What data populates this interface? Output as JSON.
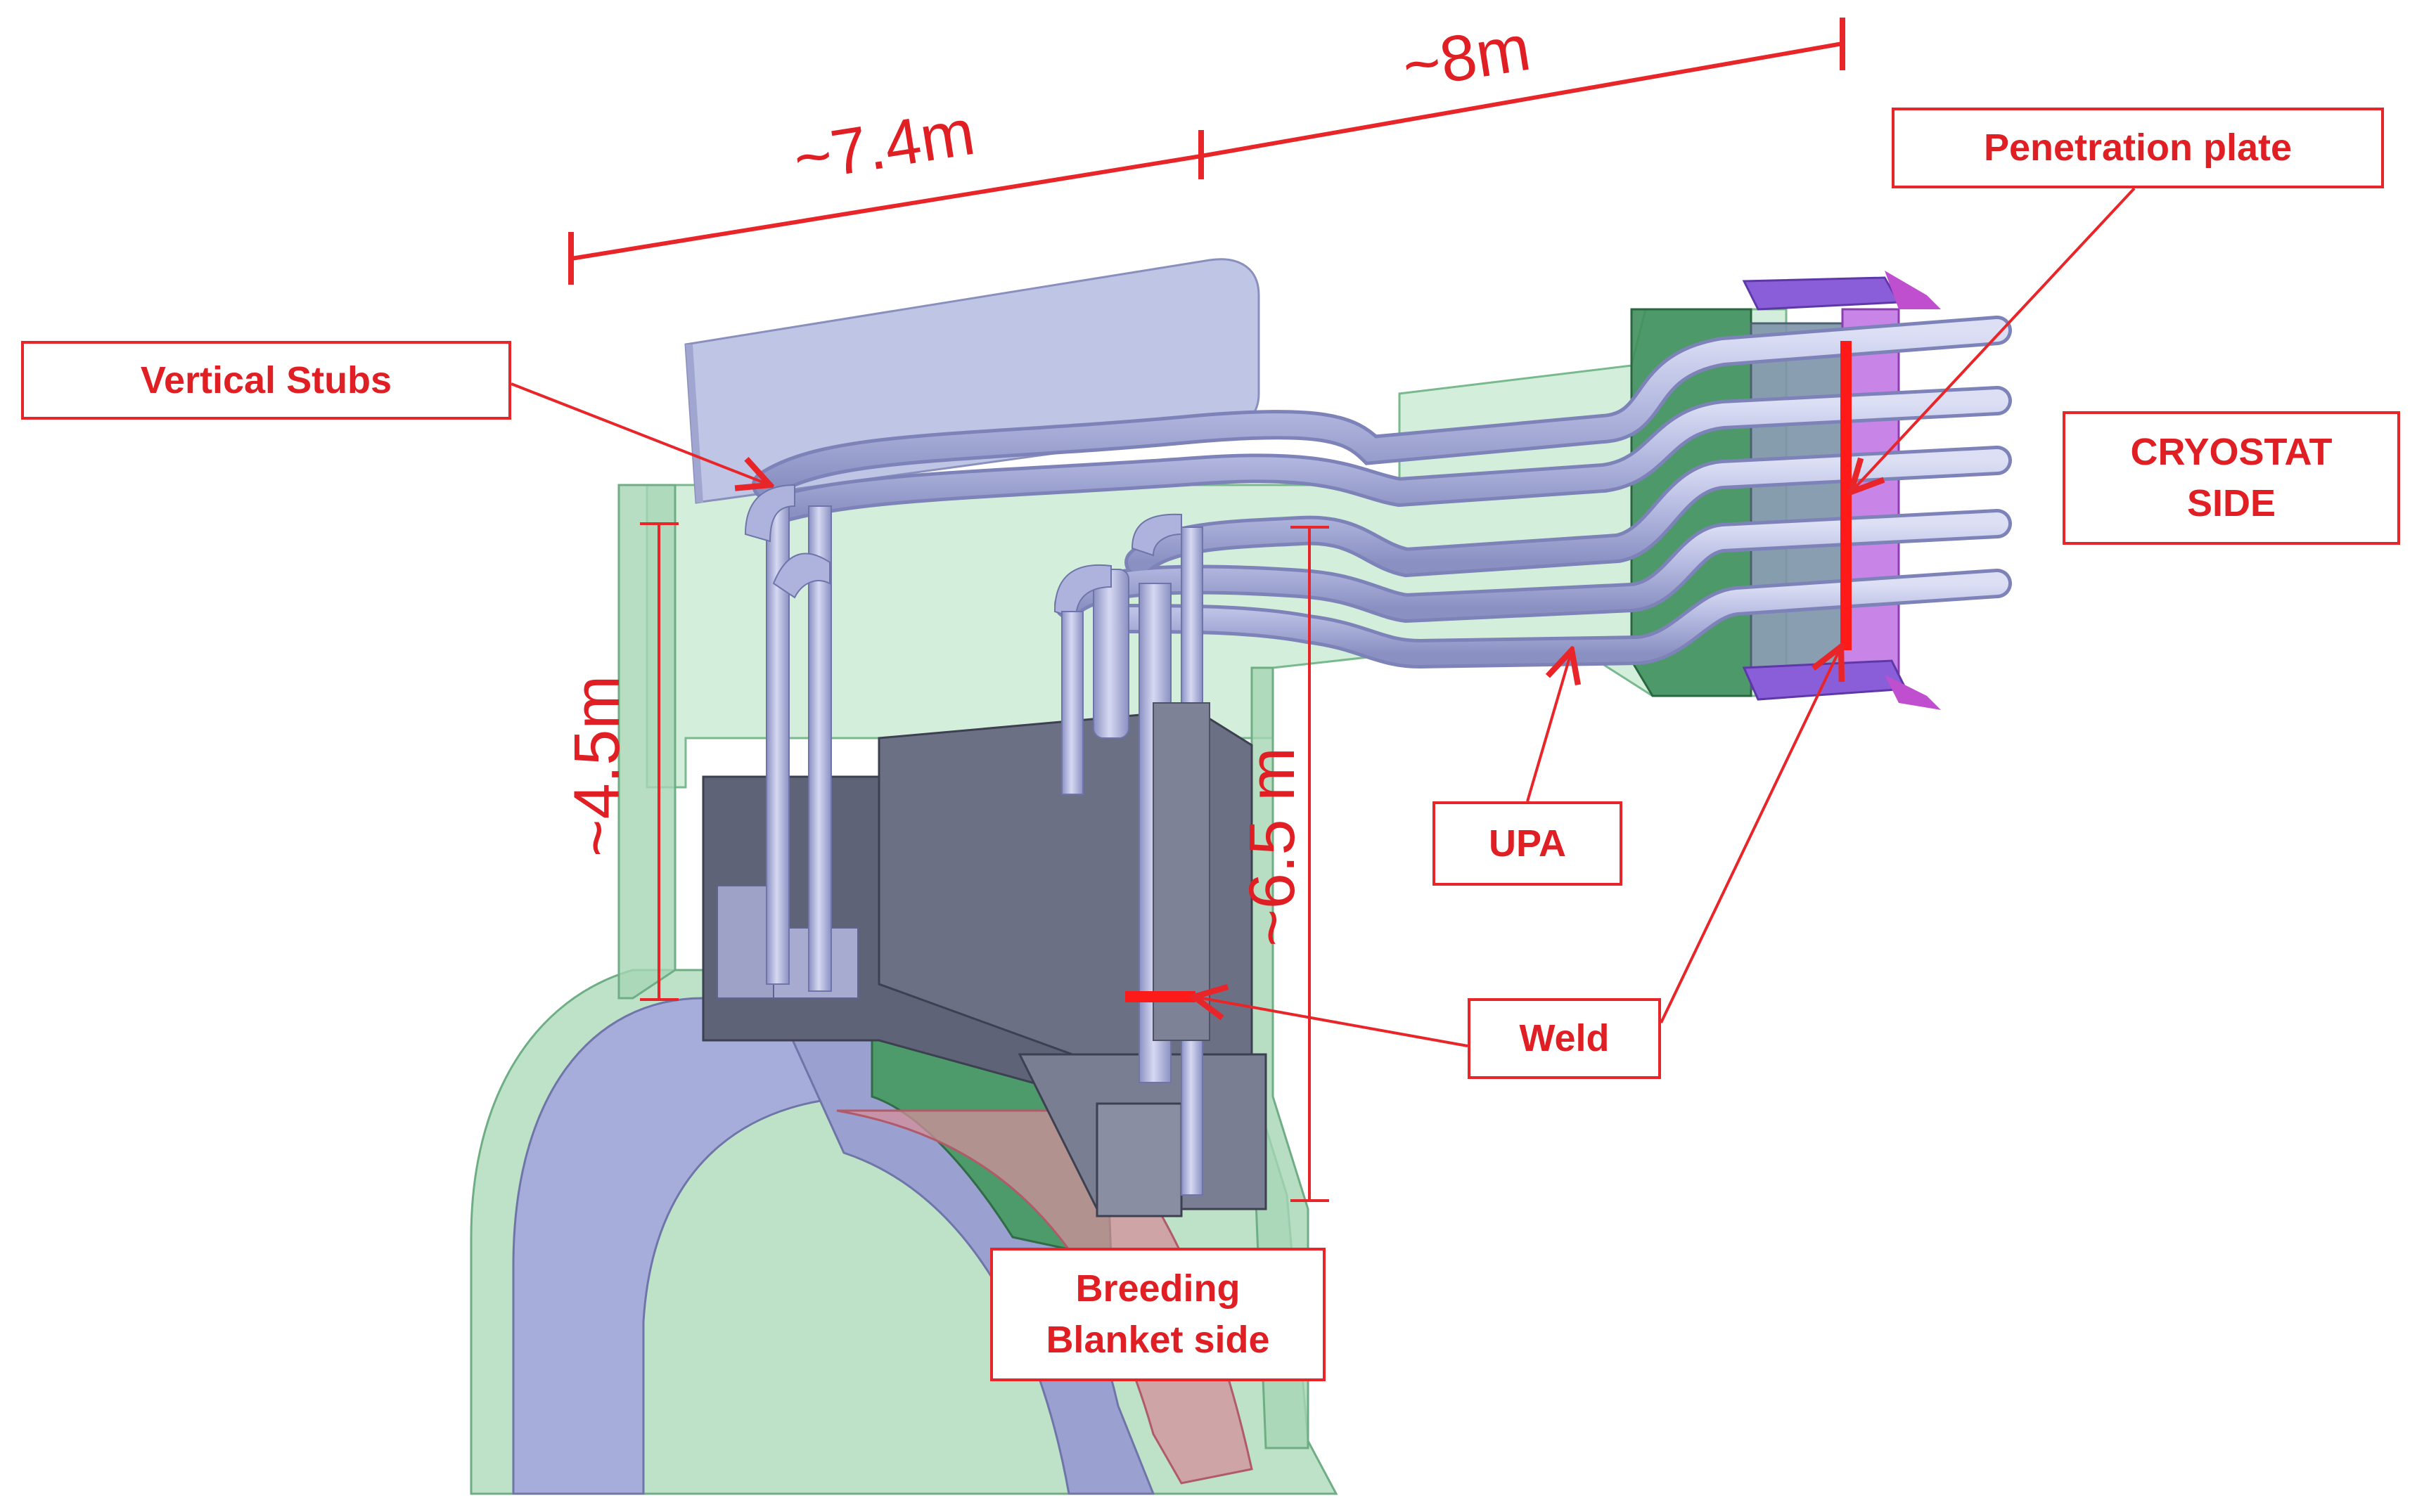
{
  "labels": {
    "vertical_stubs": "Vertical Stubs",
    "penetration_plate": "Penetration plate",
    "cryostat_side": "CRYOSTAT\nSIDE",
    "upa": "UPA",
    "weld": "Weld",
    "breeding_blanket_side": "Breeding\nBlanket side"
  },
  "dimensions": {
    "horizontal_left": "~7.4m",
    "horizontal_right": "~8m",
    "vertical_left": "~4.5m",
    "vertical_right": "~6.5 m"
  },
  "colors": {
    "annotation_red": "#e8262a",
    "port_green": "#9fd4b0",
    "pipe_lavender": "#b9bfe6",
    "block_slate": "#6c7084",
    "penetration_violet": "#b55ed8"
  }
}
